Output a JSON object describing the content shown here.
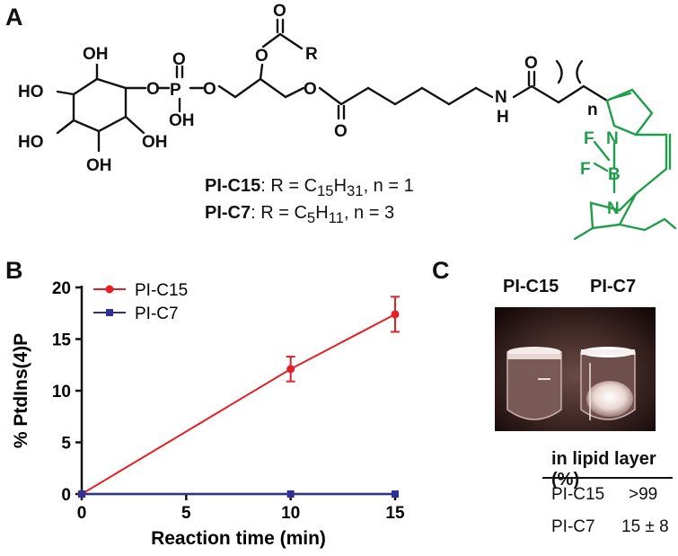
{
  "panels": {
    "a": "A",
    "b": "B",
    "c": "C"
  },
  "structure": {
    "labels": {
      "oh_top": "OH",
      "ho_left": "HO",
      "ho_lower": "HO",
      "oh_lower_right": "OH",
      "oh_bottom": "OH",
      "o_glyc_link": "O",
      "p": "P",
      "o_double": "O",
      "oh_p": "OH",
      "o_p_right": "O",
      "o_ester_top": "O",
      "r": "R",
      "o_carbonyl_top": "O",
      "o_ester_mid": "O",
      "o_carbonyl_mid": "O",
      "n": "N",
      "h": "H",
      "o_amide": "O",
      "n_sub": "n",
      "bodipy_n_top": "N",
      "bodipy_n_bottom": "N",
      "bodipy_b": "B",
      "bodipy_f1": "F",
      "bodipy_f2": "F"
    },
    "colors": {
      "bodipy": "#1f9e4a",
      "ink": "#111111"
    }
  },
  "compounds": [
    {
      "name": "PI-C15",
      "sep": ": R = C",
      "r_sub": "15",
      "r_mid": "H",
      "r_sub2": "31",
      "n_text": ", n = 1"
    },
    {
      "name": "PI-C7",
      "sep": ": R = C",
      "r_sub": "5",
      "r_mid": "H",
      "r_sub2": "11",
      "n_text": ", n = 3"
    }
  ],
  "chart_data": {
    "type": "line",
    "xlabel": "Reaction time (min)",
    "ylabel": "% PtdIns(4)P",
    "xlim": [
      0,
      15
    ],
    "ylim": [
      0,
      20
    ],
    "x_ticks": [
      "0",
      "5",
      "10",
      "15"
    ],
    "y_ticks": [
      "0",
      "5",
      "10",
      "15",
      "20"
    ],
    "legend_position": "top-left",
    "series": [
      {
        "name": "PI-C15",
        "color": "#e41f26",
        "marker": "circle",
        "x": [
          0,
          10,
          15
        ],
        "y": [
          0,
          12.1,
          17.4
        ],
        "err": [
          0,
          1.2,
          1.7
        ]
      },
      {
        "name": "PI-C7",
        "color": "#2e3192",
        "marker": "square",
        "x": [
          0,
          10,
          15
        ],
        "y": [
          0,
          0,
          0
        ],
        "err": [
          0,
          0,
          0
        ]
      }
    ]
  },
  "tubes": {
    "labels": [
      "PI-C15",
      "PI-C7"
    ]
  },
  "table": {
    "header": "in lipid layer (%)",
    "rows": [
      {
        "name": "PI-C15",
        "value": ">99"
      },
      {
        "name": "PI-C7",
        "value": "15 ± 8"
      }
    ]
  }
}
